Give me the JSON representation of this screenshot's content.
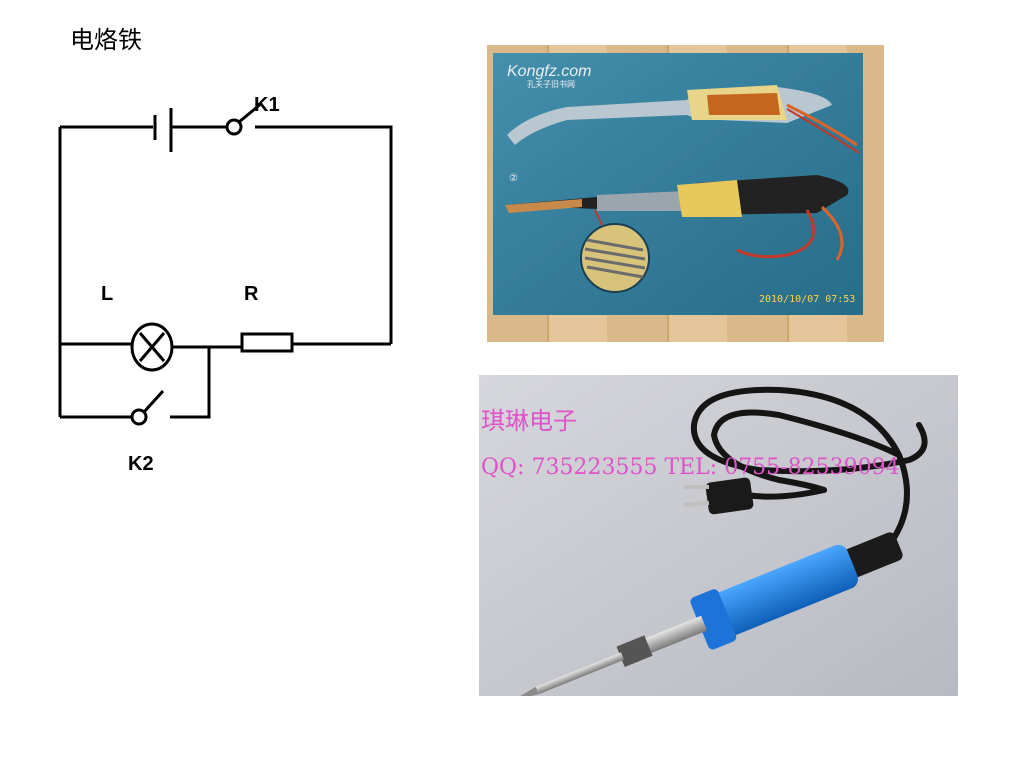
{
  "page": {
    "title": "电烙铁"
  },
  "circuit": {
    "labels": {
      "k1": "K1",
      "k2": "K2",
      "lamp": "L",
      "resistor": "R"
    }
  },
  "photos": {
    "poster": {
      "watermark": "Kongfz.com",
      "watermark_sub": "孔夫子旧书网",
      "panel_number": "②",
      "timestamp": "2010/10/07 07:53"
    },
    "iron": {
      "shop_name": "琪琳电子",
      "contact": "QQ: 735223555  TEL: 0755-82539094"
    }
  },
  "colors": {
    "wire": "#000000",
    "poster_bg": "#2f7d9c",
    "iron_handle": "#1f7fe0",
    "watermark": "#e052c8"
  }
}
